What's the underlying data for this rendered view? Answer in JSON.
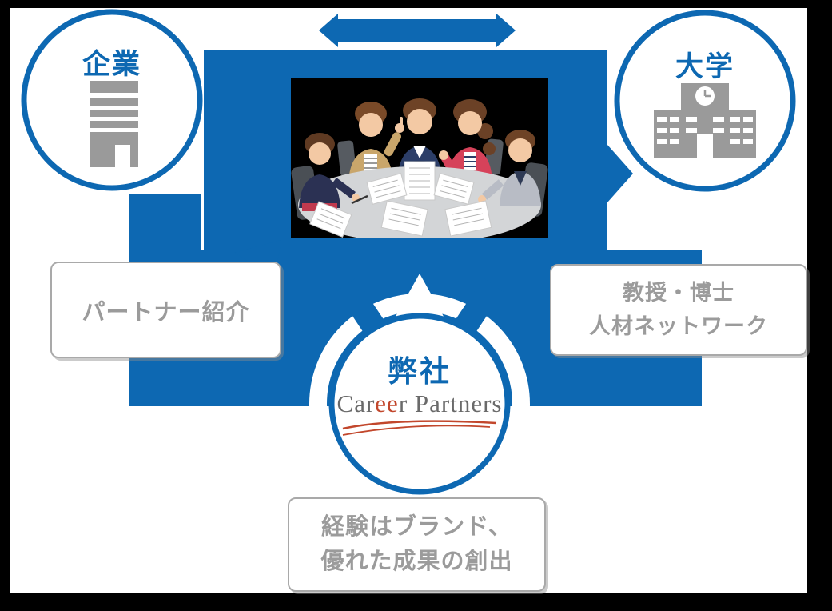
{
  "page": {
    "background": "#000000",
    "surface": "#ffffff"
  },
  "colors": {
    "brand_blue": "#0d68b2",
    "icon_gray": "#9a9a9a",
    "box_border": "#a9a9a9",
    "box_text": "#9b9b9b",
    "logo_text_gray": "#6a6a6a",
    "logo_accent_red": "#c2472c"
  },
  "nodes": {
    "company": {
      "label": "企業",
      "icon": "office-building-icon"
    },
    "university": {
      "label": "大学",
      "icon": "school-building-icon"
    },
    "our_company": {
      "label": "弊社",
      "logo_part1": "Car",
      "logo_part2": "ee",
      "logo_part3": "r Partners",
      "logo_swoosh": "red-swoosh-underline"
    }
  },
  "connectors": {
    "top_arrow": "double-headed-arrow",
    "left_flow": "band-arrow-to-company",
    "right_flow": "band-arrow-to-university",
    "bottom_flow": "converging-arrows-to-our-company"
  },
  "boxes": {
    "partner_intro": {
      "label": "パートナー紹介"
    },
    "professor_network": {
      "line1": "教授・博士",
      "line2": "人材ネットワーク"
    },
    "experience_brand": {
      "line1": "経験はブランド、",
      "line2": "優れた成果の創出"
    }
  },
  "illustration": {
    "name": "meeting-illustration"
  }
}
